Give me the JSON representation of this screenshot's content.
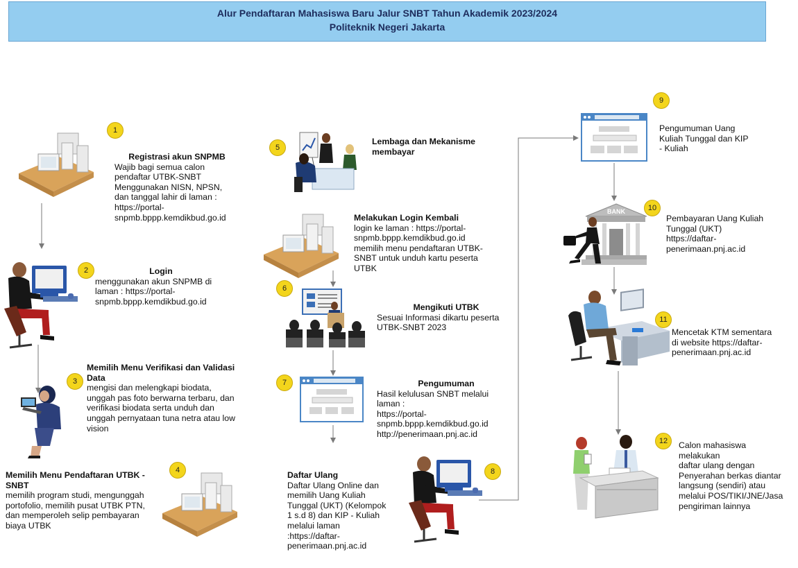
{
  "title": {
    "line1": "Alur Pendaftaran Mahasiswa Baru Jalur SNBT Tahun Akademik 2023/2024",
    "line2": "Politeknik Negeri Jakarta"
  },
  "steps": [
    {
      "number": "1",
      "heading": "Registrasi akun SNPMB",
      "body": "Wajib bagi semua calon\npendaftar UTBK-SNBT\nMenggunakan NISN, NPSN,\ndan tanggal lahir di laman :\nhttps://portal-\nsnpmb.bppp.kemdikbud.go.id",
      "icon": "desk-computer-icon"
    },
    {
      "number": "2",
      "heading": "Login",
      "body": "menggunakan akun SNPMB di\nlaman : https://portal-\nsnpmb.bppp.kemdikbud.go.id",
      "icon": "person-at-computer-icon"
    },
    {
      "number": "3",
      "heading": "Memilih Menu Verifikasi dan Validasi\nData",
      "body": "mengisi dan melengkapi biodata,\nunggah pas foto berwarna terbaru, dan\nverifikasi biodata serta unduh dan\nunggah pernyataan tuna netra atau low\nvision",
      "icon": "woman-with-laptop-icon"
    },
    {
      "number": "4",
      "heading": "Memilih Menu Pendaftaran UTBK -\nSNBT",
      "body": "memilih program studi, mengunggah\nportofolio, memilih pusat UTBK PTN,\ndan memperoleh selip pembayaran\nbiaya UTBK",
      "icon": "desk-computer-icon"
    },
    {
      "number": "5",
      "heading": "Lembaga dan Mekanisme\nmembayar",
      "body": "",
      "icon": "meeting-icon"
    },
    {
      "number": "",
      "heading": "Melakukan Login Kembali",
      "body": "login ke laman : https://portal-\nsnpmb.bppp.kemdikbud.go.id\nmemilih menu pendaftaran UTBK-\nSNBT untuk unduh kartu peserta\nUTBK",
      "icon": "desk-computer-icon"
    },
    {
      "number": "6",
      "heading": "Mengikuti UTBK",
      "body": "Sesuai Informasi dikartu peserta\nUTBK-SNBT 2023",
      "icon": "presentation-icon"
    },
    {
      "number": "7",
      "heading": "Pengumuman",
      "body": "Hasil kelulusan SNBT melalui\nlaman :\nhttps://portal-\nsnpmb.bppp.kemdikbud.go.id\nhttp://penerimaan.pnj.ac.id",
      "icon": "browser-window-icon"
    },
    {
      "number": "8",
      "heading": "Daftar Ulang",
      "body": "Daftar Ulang Online dan\nmemilih Uang Kuliah\nTunggal (UKT) (Kelompok\n1 s.d 8) dan KIP - Kuliah\nmelalui laman\n:https://daftar-\npenerimaan.pnj.ac.id",
      "icon": "person-at-computer-icon"
    },
    {
      "number": "9",
      "heading": "",
      "body": "Pengumuman Uang\nKuliah Tunggal dan KIP\n- Kuliah",
      "icon": "browser-window-icon"
    },
    {
      "number": "10",
      "heading": "",
      "body": "Pembayaran Uang Kuliah\nTunggal (UKT)\nhttps://daftar-\npenerimaan.pnj.ac.id",
      "icon": "bank-icon",
      "bank_label": "BANK"
    },
    {
      "number": "11",
      "heading": "",
      "body": "Mencetak KTM sementara\ndi website https://daftar-\npenerimaan.pnj.ac.id",
      "icon": "office-worker-icon"
    },
    {
      "number": "12",
      "heading": "",
      "body": "Calon mahasiswa\nmelakukan\ndaftar ulang dengan\nPenyerahan berkas diantar\nlangsung (sendiri) atau\nmelalui POS/TIKI/JNE/Jasa\npengiriman lainnya",
      "icon": "front-desk-icon"
    }
  ],
  "colors": {
    "title_bg": "#94cdf0",
    "badge": "#f3d51c",
    "arrow": "#7a7a7a"
  }
}
